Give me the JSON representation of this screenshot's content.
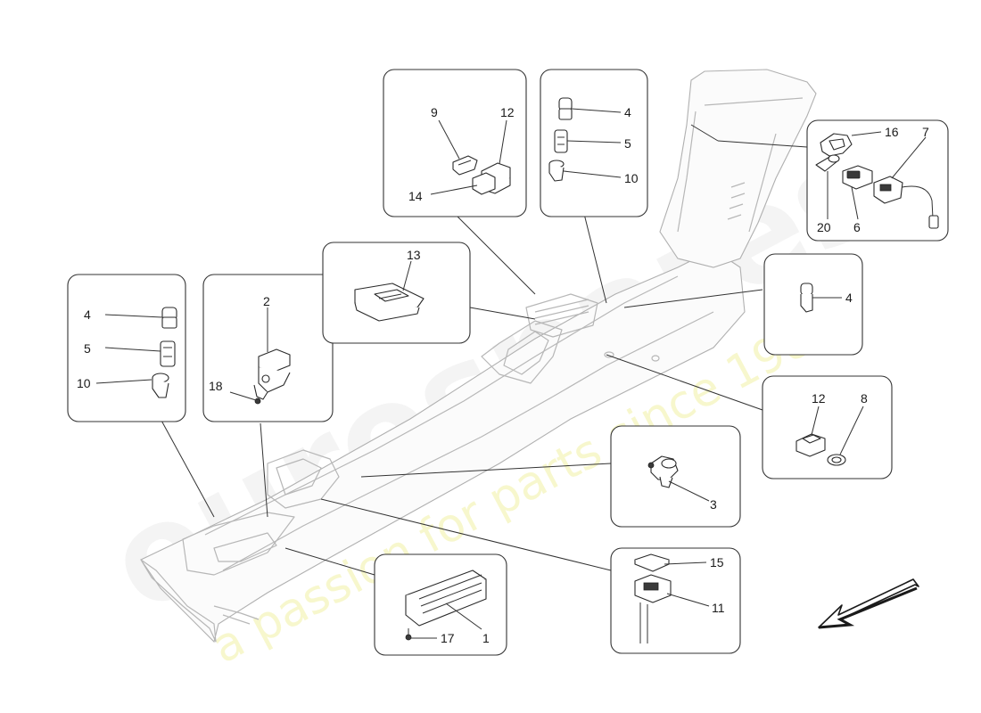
{
  "watermark": {
    "brand": "eurospares",
    "tagline": "a passion for parts since 1985"
  },
  "callouts": {
    "box_left": [
      "4",
      "5",
      "10"
    ],
    "box_switch2": [
      "2",
      "18"
    ],
    "box_top1": [
      "9",
      "12",
      "14"
    ],
    "box_top2": [
      "4",
      "5",
      "10"
    ],
    "box_rear": [
      "16",
      "7",
      "20",
      "6"
    ],
    "box_13": [
      "13"
    ],
    "box_4r": [
      "4"
    ],
    "box_12_8": [
      "12",
      "8"
    ],
    "box_3": [
      "3"
    ],
    "box_1": [
      "17",
      "1"
    ],
    "box_15_11": [
      "15",
      "11"
    ]
  },
  "colors": {
    "line": "#333333",
    "console": "#b7b7b7",
    "watermark": "#e9e9e9",
    "watermark_sub": "#f4f4b0"
  }
}
